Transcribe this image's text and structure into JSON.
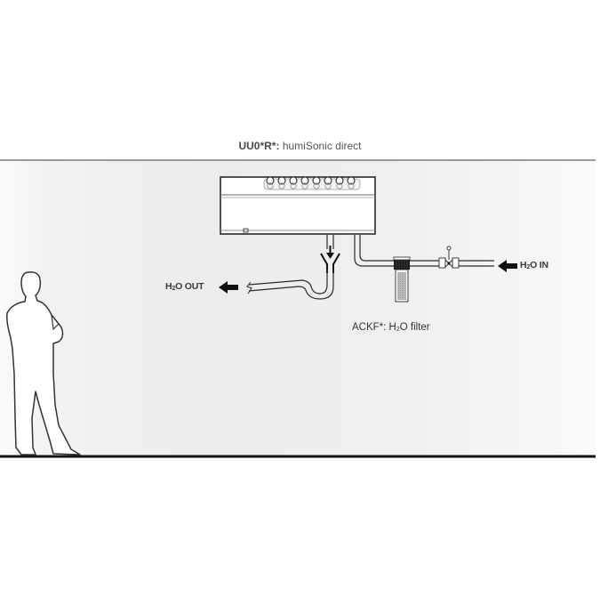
{
  "diagram": {
    "title": {
      "code": "UU0*R*:",
      "name": "humiSonic direct"
    },
    "labels": {
      "water_out": {
        "prefix": "H",
        "sub": "2",
        "suffix": "O OUT"
      },
      "water_in": {
        "prefix": "H",
        "sub": "2",
        "suffix": "O IN"
      },
      "filter": {
        "code": "ACKF*:",
        "prefix": "H",
        "sub": "2",
        "suffix": "O filter"
      }
    },
    "components": [
      {
        "id": "humidifier-unit",
        "name": "humiSonic direct",
        "nozzles": 8
      },
      {
        "id": "drain-funnel",
        "name": "drain funnel with siphon"
      },
      {
        "id": "water-filter",
        "name": "H2O filter"
      },
      {
        "id": "shutoff-valve",
        "name": "shut-off valve"
      },
      {
        "id": "person",
        "name": "human figure for scale"
      }
    ],
    "colors": {
      "line": "#2a2a2a",
      "wall_light": "#fafafa",
      "wall_dark": "#e9e9e9",
      "ceiling_line": "#7a7a7a",
      "floor_line": "#111111",
      "text": "#3a3a3a"
    }
  }
}
